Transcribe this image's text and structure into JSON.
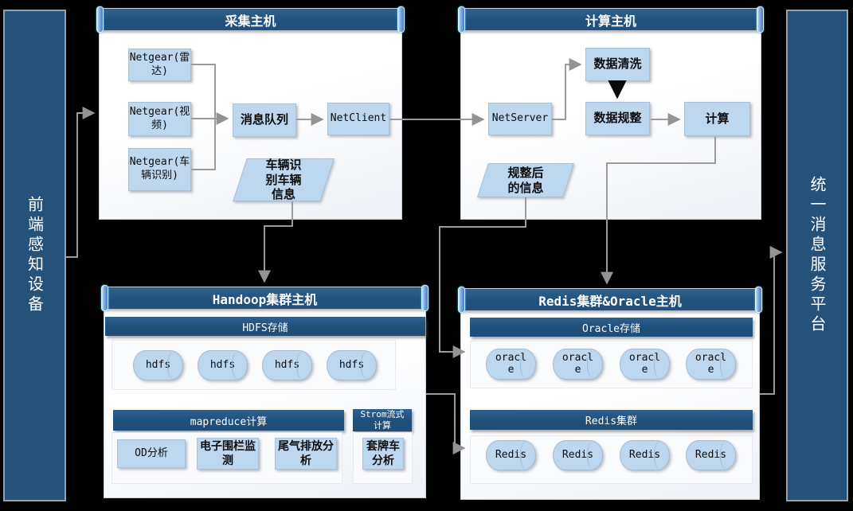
{
  "left_panel": {
    "label": "前端感知设备"
  },
  "right_panel": {
    "label": "统一消息服务平台"
  },
  "collect_host": {
    "title": "采集主机",
    "nodes": {
      "netgear_radar": "Netgear(雷达)",
      "netgear_video": "Netgear(视频)",
      "netgear_vehicle": "Netgear(车辆识别)",
      "message_queue": "消息队列",
      "net_client": "NetClient",
      "vehicle_info": "车辆识别车辆信息"
    }
  },
  "compute_host": {
    "title": "计算主机",
    "nodes": {
      "net_server": "NetServer",
      "data_clean": "数据清洗",
      "data_arrange": "数据规整",
      "compute": "计算",
      "arranged_info": "规整后的信息"
    }
  },
  "hadoop_host": {
    "title": "Handoop集群主机",
    "hdfs_title": "HDFS存储",
    "hdfs_nodes": [
      "hdfs",
      "hdfs",
      "hdfs",
      "hdfs"
    ],
    "mapreduce_title": "mapreduce计算",
    "mapreduce_nodes": [
      "OD分析",
      "电子围栏监测",
      "尾气排放分析"
    ],
    "storm_title": "Strom流式计算",
    "storm_nodes": [
      "套牌车分析"
    ]
  },
  "redis_host": {
    "title": "Redis集群&Oracle主机",
    "oracle_title": "Oracle存储",
    "oracle_nodes": [
      "oracle",
      "oracle",
      "oracle",
      "oracle"
    ],
    "redis_title": "Redis集群",
    "redis_nodes": [
      "Redis",
      "Redis",
      "Redis",
      "Redis"
    ]
  },
  "colors": {
    "bar_blue": "#1f4e79",
    "node_blue": "#bdd7ee",
    "sidebar_blue": "#24527b",
    "connector_gray": "#9b9b9b",
    "background": "#000000"
  }
}
